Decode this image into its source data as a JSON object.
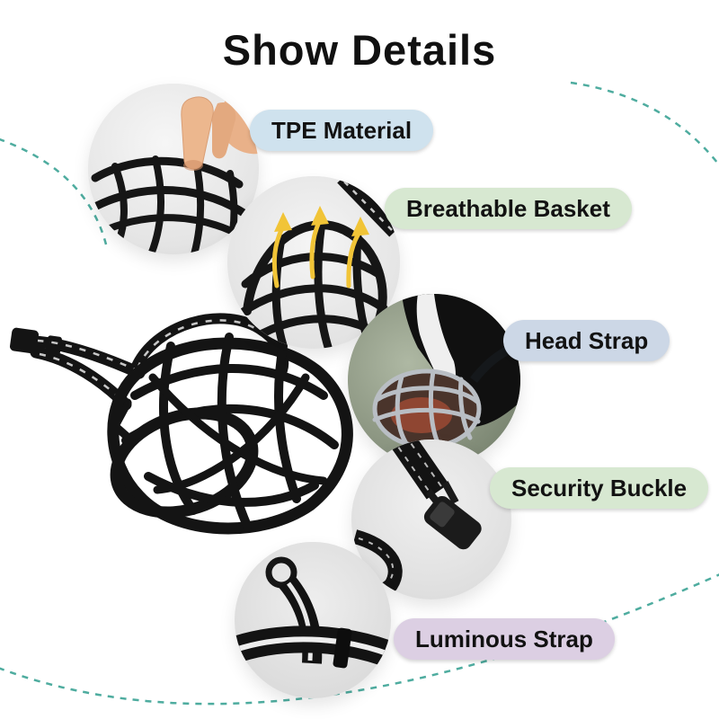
{
  "page": {
    "title": "Show Details"
  },
  "callouts": [
    {
      "id": "tpe-material",
      "label": "TPE Material",
      "pill_color": "#cfe2ee"
    },
    {
      "id": "breathable-basket",
      "label": "Breathable Basket",
      "pill_color": "#d7e8d1"
    },
    {
      "id": "head-strap",
      "label": "Head Strap",
      "pill_color": "#ccd7e6"
    },
    {
      "id": "security-buckle",
      "label": "Security Buckle",
      "pill_color": "#d7e8d1"
    },
    {
      "id": "luminous-strap",
      "label": "Luminous Strap",
      "pill_color": "#dccfe3"
    }
  ],
  "style": {
    "dash_line_color": "#2f9e8e",
    "title_color": "#111111",
    "arrow_color": "#f1c437"
  }
}
